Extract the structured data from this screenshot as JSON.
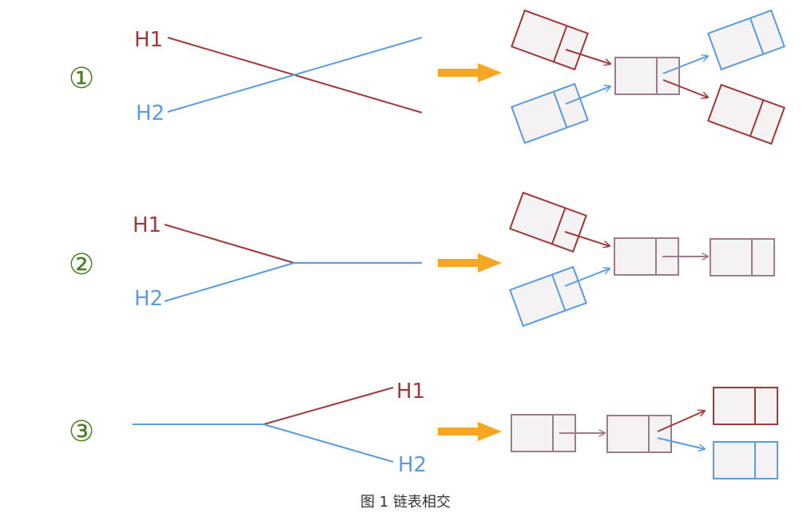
{
  "colors": {
    "h1": "#a0373a",
    "h2": "#5b9be0",
    "merged": "#9c7c8c",
    "orange_arrow": "#f5a623",
    "circle_number": "#4a7f1e",
    "node_fill": "#f4f2f2"
  },
  "rows": [
    {
      "number": "①",
      "h1_label": "H1",
      "h2_label": "H2"
    },
    {
      "number": "②",
      "h1_label": "H1",
      "h2_label": "H2"
    },
    {
      "number": "③",
      "h1_label": "H1",
      "h2_label": "H2"
    }
  ],
  "caption": "图 1 链表相交"
}
